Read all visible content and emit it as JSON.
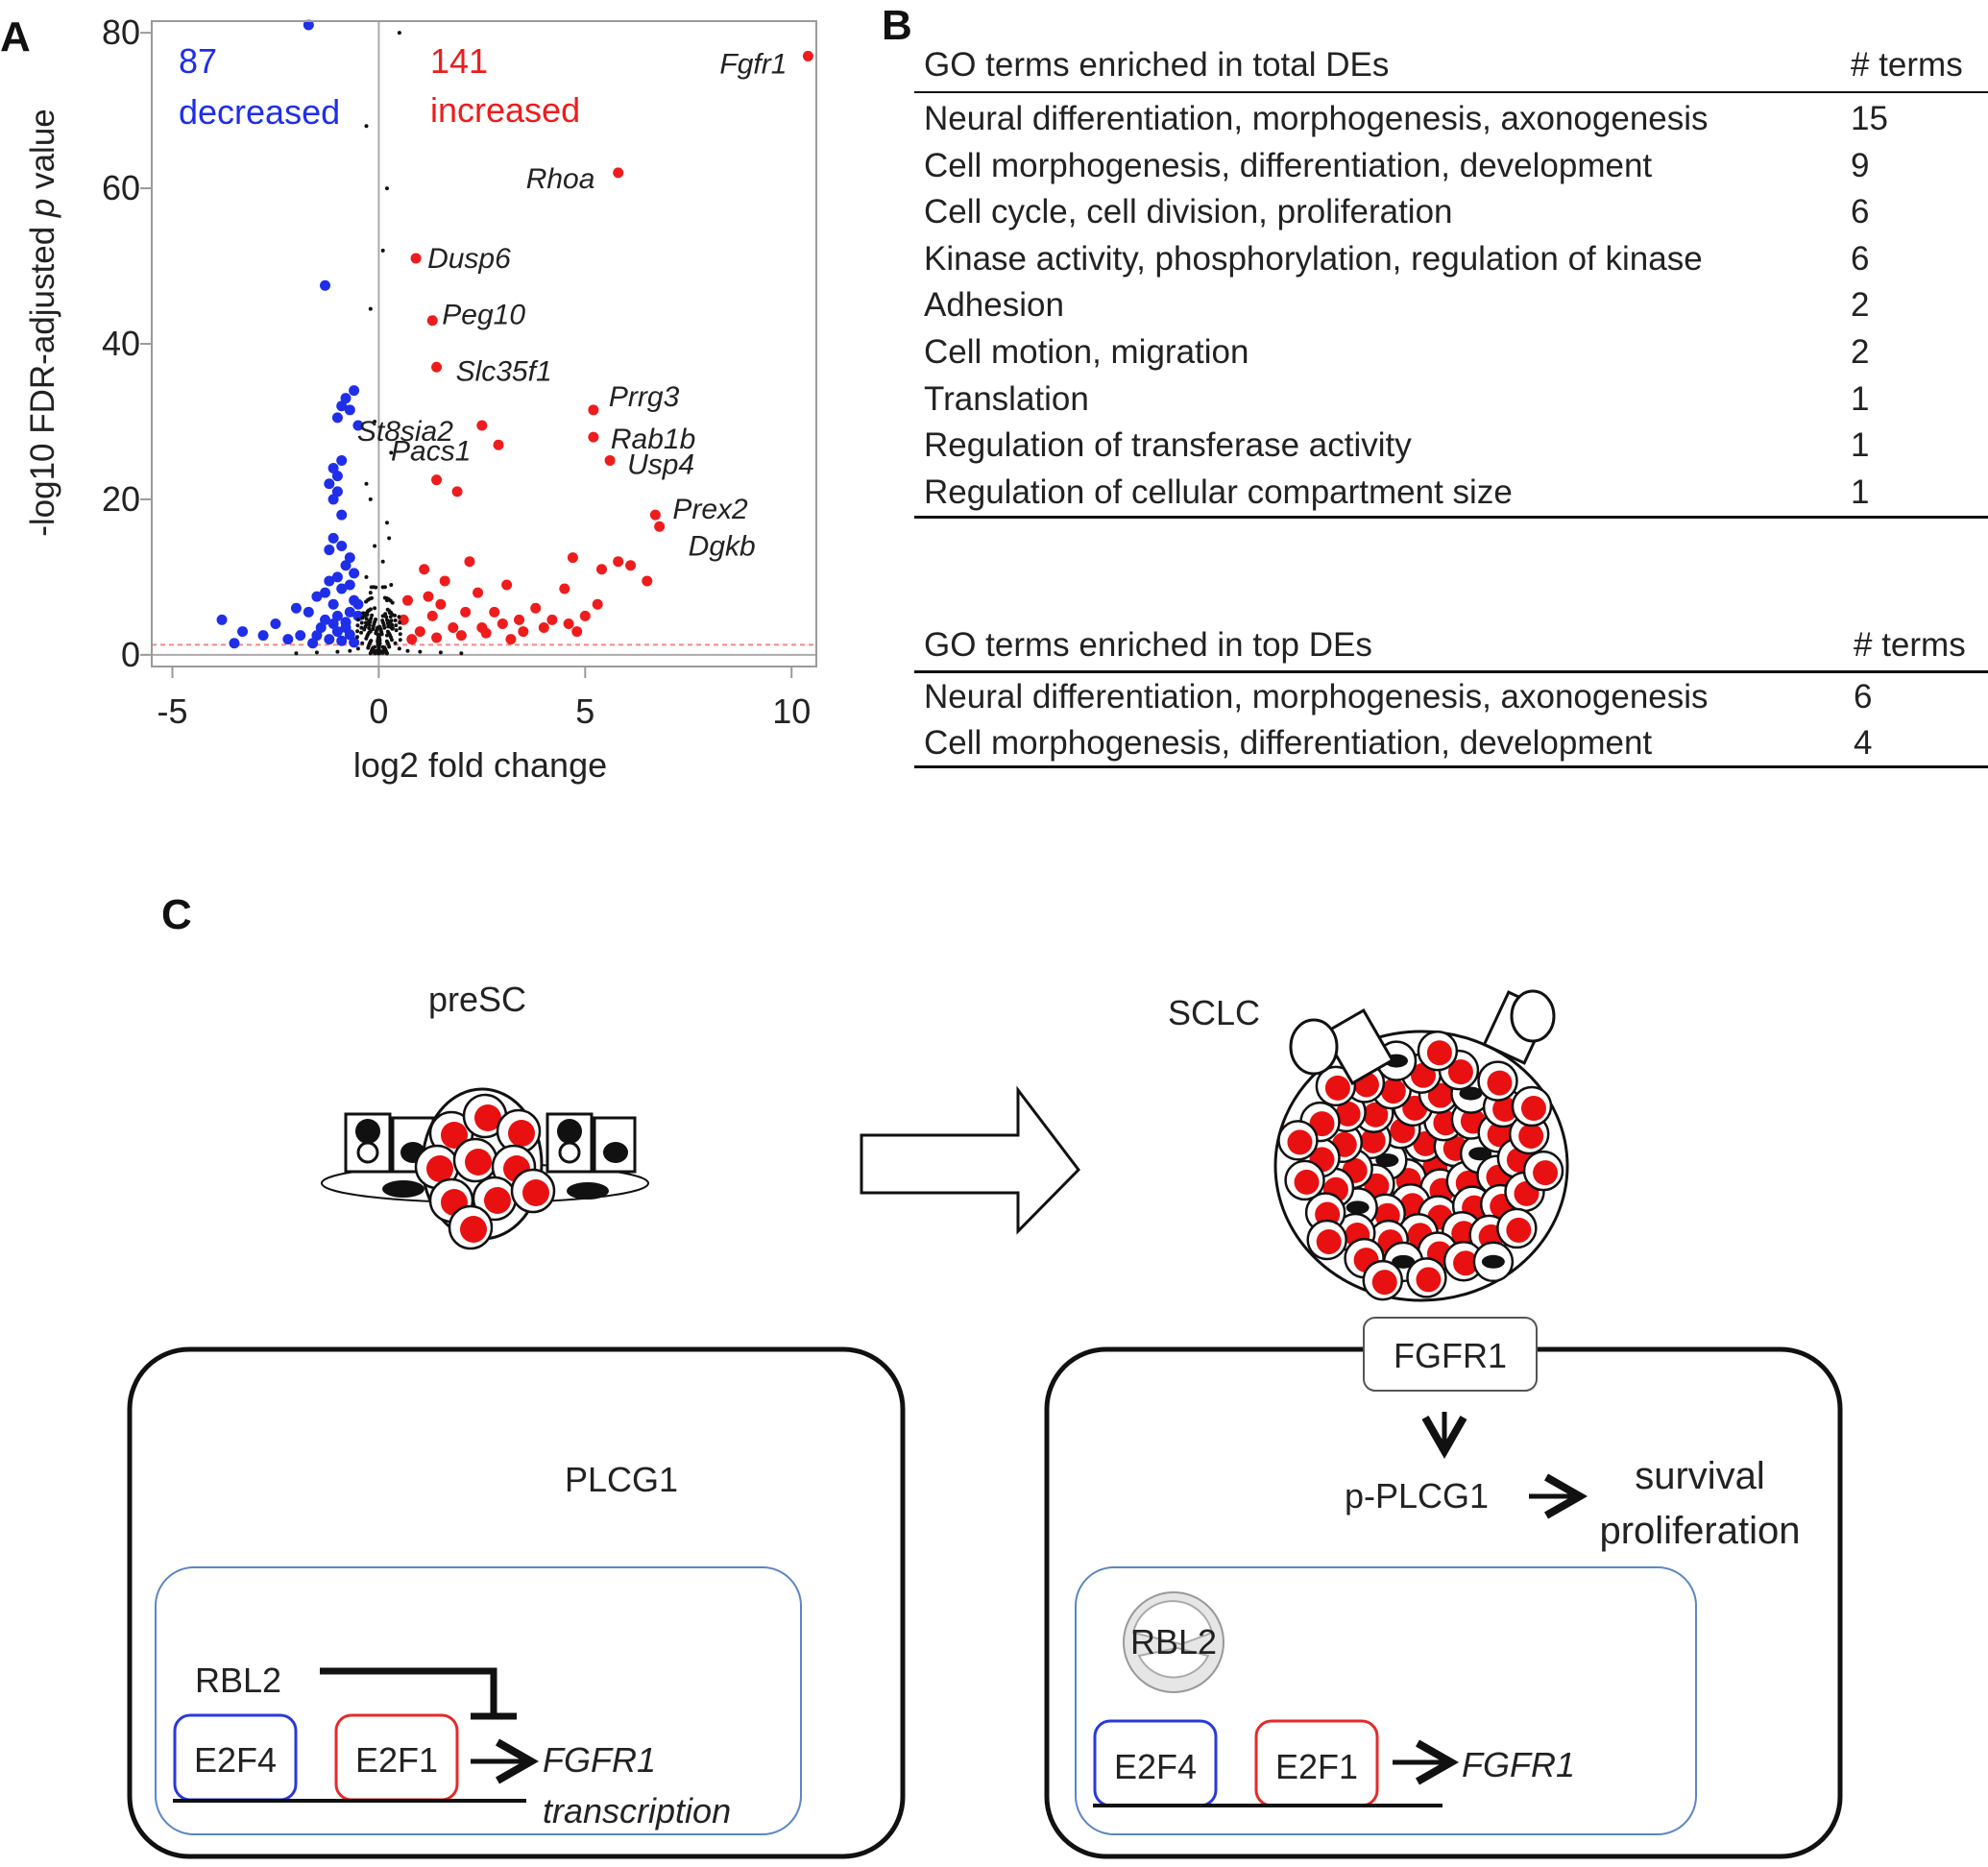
{
  "panels": {
    "a": "A",
    "b": "B",
    "c": "C"
  },
  "volcano": {
    "ylabel_pre": "-log10 FDR-adjusted ",
    "ylabel_p": "p",
    "ylabel_post": " value",
    "xlabel": "log2 fold change",
    "decreased_count": "87",
    "decreased_label": "decreased",
    "increased_count": "141",
    "increased_label": "increased",
    "colors": {
      "decreased": "#1f2ee8",
      "increased": "#ee1c1c",
      "ns": "#111111"
    }
  },
  "chart_data": {
    "type": "scatter",
    "title": "",
    "xlabel": "log2 fold change",
    "ylabel": "-log10 FDR-adjusted p value",
    "xlim": [
      -5.5,
      10.6
    ],
    "ylim": [
      -1.5,
      81.5
    ],
    "xticks": [
      -5,
      0,
      5,
      10
    ],
    "yticks": [
      0,
      20,
      40,
      60,
      80
    ],
    "threshold_y": 1.3,
    "grid": false,
    "annotations": {
      "decreased": "87 decreased",
      "increased": "141 increased"
    },
    "series": [
      {
        "points": [
          [
            -1.7,
            81
          ],
          [
            -1.3,
            47.5
          ],
          [
            -0.6,
            34
          ],
          [
            -0.8,
            33
          ],
          [
            -0.9,
            32
          ],
          [
            -0.7,
            31.5
          ],
          [
            -1.0,
            30.5
          ],
          [
            -0.5,
            29.5
          ],
          [
            -0.9,
            25
          ],
          [
            -1.1,
            24
          ],
          [
            -1.0,
            23
          ],
          [
            -1.2,
            22
          ],
          [
            -1.0,
            21
          ],
          [
            -1.1,
            20
          ],
          [
            -0.9,
            18
          ],
          [
            -1.1,
            15
          ],
          [
            -0.9,
            14
          ],
          [
            -1.2,
            13.5
          ],
          [
            -0.7,
            12.5
          ],
          [
            -0.8,
            11.5
          ],
          [
            -0.6,
            10.5
          ],
          [
            -1.0,
            10
          ],
          [
            -1.2,
            9.5
          ],
          [
            -0.7,
            9
          ],
          [
            -0.9,
            8.5
          ],
          [
            -1.3,
            8
          ],
          [
            -1.5,
            7.5
          ],
          [
            -0.6,
            7
          ],
          [
            -1.1,
            6.5
          ],
          [
            -2.0,
            6
          ],
          [
            -1.7,
            5.5
          ],
          [
            -0.5,
            5
          ],
          [
            -1.3,
            4.5
          ],
          [
            -0.8,
            4.2
          ],
          [
            -2.5,
            4
          ],
          [
            -3.8,
            4.5
          ],
          [
            -3.3,
            3
          ],
          [
            -2.8,
            2.5
          ],
          [
            -1.9,
            2.5
          ],
          [
            -1.0,
            3
          ],
          [
            -1.5,
            2.5
          ],
          [
            -0.7,
            2.6
          ],
          [
            -2.2,
            2
          ],
          [
            -1.2,
            2
          ],
          [
            -0.9,
            1.8
          ],
          [
            -0.6,
            1.6
          ],
          [
            -1.6,
            1.5
          ],
          [
            -3.5,
            1.5
          ],
          [
            -0.5,
            6.5
          ],
          [
            -0.7,
            5.5
          ],
          [
            -1.0,
            5
          ],
          [
            -1.4,
            3.5
          ],
          [
            -0.8,
            3.5
          ],
          [
            -1.1,
            4
          ]
        ]
      },
      {
        "points": [
          [
            10.4,
            77
          ],
          [
            5.8,
            62
          ],
          [
            0.9,
            51
          ],
          [
            1.3,
            43
          ],
          [
            1.4,
            37
          ],
          [
            2.5,
            29.5
          ],
          [
            5.2,
            31.5
          ],
          [
            5.2,
            28
          ],
          [
            2.9,
            27
          ],
          [
            5.6,
            25
          ],
          [
            1.4,
            22.5
          ],
          [
            1.9,
            21
          ],
          [
            6.7,
            18
          ],
          [
            6.8,
            16.5
          ],
          [
            4.7,
            12.5
          ],
          [
            5.8,
            12
          ],
          [
            6.1,
            11.5
          ],
          [
            5.4,
            11
          ],
          [
            3.1,
            9
          ],
          [
            6.5,
            9.5
          ],
          [
            4.5,
            8.5
          ],
          [
            2.4,
            8
          ],
          [
            1.2,
            7.5
          ],
          [
            0.7,
            7
          ],
          [
            1.5,
            6.5
          ],
          [
            3.8,
            6
          ],
          [
            2.1,
            5.5
          ],
          [
            5.0,
            5
          ],
          [
            4.2,
            4.5
          ],
          [
            3.0,
            4
          ],
          [
            1.8,
            3.5
          ],
          [
            3.5,
            3
          ],
          [
            2.6,
            2.8
          ],
          [
            1.0,
            3
          ],
          [
            4.6,
            4
          ],
          [
            0.6,
            4.5
          ],
          [
            1.3,
            5
          ],
          [
            2.0,
            2.5
          ],
          [
            0.8,
            2
          ],
          [
            3.2,
            2
          ],
          [
            5.3,
            6.5
          ],
          [
            4.8,
            3
          ],
          [
            1.6,
            9.5
          ],
          [
            2.2,
            12
          ],
          [
            1.1,
            11
          ],
          [
            3.4,
            4.5
          ],
          [
            2.8,
            5.5
          ],
          [
            4.0,
            3.5
          ],
          [
            2.5,
            3.5
          ],
          [
            1.4,
            2.2
          ]
        ]
      },
      {
        "points": [
          [
            0.5,
            80
          ],
          [
            0.2,
            60
          ],
          [
            -0.2,
            44.5
          ],
          [
            -0.3,
            68
          ],
          [
            0.1,
            52
          ],
          [
            -0.1,
            30
          ],
          [
            0.3,
            26
          ],
          [
            -0.2,
            20
          ],
          [
            0.2,
            17
          ],
          [
            -0.1,
            14
          ],
          [
            0.1,
            12
          ],
          [
            -0.3,
            10
          ],
          [
            0.3,
            9
          ],
          [
            -0.2,
            8
          ],
          [
            0.2,
            7
          ],
          [
            -0.1,
            6
          ],
          [
            0.1,
            5
          ],
          [
            -0.3,
            4
          ],
          [
            0.3,
            3.5
          ],
          [
            -0.2,
            3
          ],
          [
            0.2,
            2.5
          ],
          [
            0.0,
            2
          ],
          [
            -0.4,
            1.5
          ],
          [
            0.4,
            1.5
          ],
          [
            -0.1,
            1
          ],
          [
            0.1,
            1
          ],
          [
            -0.5,
            0.8
          ],
          [
            0.5,
            0.8
          ],
          [
            -0.7,
            0.5
          ],
          [
            0.7,
            0.5
          ],
          [
            -1.0,
            0.4
          ],
          [
            1.0,
            0.4
          ],
          [
            -1.5,
            0.3
          ],
          [
            1.5,
            0.3
          ],
          [
            -2.0,
            0.2
          ],
          [
            2.0,
            0.2
          ],
          [
            -0.2,
            0.2
          ],
          [
            0.2,
            0.2
          ],
          [
            0.0,
            0.5
          ],
          [
            -0.3,
            22
          ],
          [
            0.25,
            15
          ]
        ]
      }
    ],
    "labels": [
      {
        "text": "Fgfr1",
        "x": 10.4,
        "y": 77
      },
      {
        "text": "Rhoa",
        "x": 5.8,
        "y": 62
      },
      {
        "text": "Dusp6",
        "x": 0.9,
        "y": 51
      },
      {
        "text": "Peg10",
        "x": 1.3,
        "y": 43
      },
      {
        "text": "Slc35f1",
        "x": 1.4,
        "y": 37
      },
      {
        "text": "Prrg3",
        "x": 5.2,
        "y": 31.5
      },
      {
        "text": "St8sia2",
        "x": 2.5,
        "y": 29.5
      },
      {
        "text": "Rab1b",
        "x": 5.2,
        "y": 28
      },
      {
        "text": "Pacs1",
        "x": 2.9,
        "y": 27
      },
      {
        "text": "Usp4",
        "x": 5.6,
        "y": 25
      },
      {
        "text": "Prex2",
        "x": 6.7,
        "y": 18
      },
      {
        "text": "Dgkb",
        "x": 6.8,
        "y": 16.5
      }
    ]
  },
  "go_total": {
    "header_term": "GO terms enriched in total DEs",
    "header_count": "# terms",
    "rows": [
      {
        "term": "Neural differentiation, morphogenesis, axonogenesis",
        "count": "15"
      },
      {
        "term": "Cell morphogenesis, differentiation, development",
        "count": "9"
      },
      {
        "term": "Cell cycle, cell division, proliferation",
        "count": "6"
      },
      {
        "term": "Kinase activity, phosphorylation, regulation of kinase",
        "count": "6"
      },
      {
        "term": "Adhesion",
        "count": "2"
      },
      {
        "term": "Cell motion, migration",
        "count": "2"
      },
      {
        "term": "Translation",
        "count": "1"
      },
      {
        "term": "Regulation of transferase activity",
        "count": "1"
      },
      {
        "term": "Regulation of cellular compartment size",
        "count": "1"
      }
    ]
  },
  "go_top": {
    "header_term": "GO terms enriched in top DEs",
    "header_count": "# terms",
    "rows": [
      {
        "term": "Neural differentiation, morphogenesis, axonogenesis",
        "count": "6"
      },
      {
        "term": "Cell morphogenesis, differentiation, development",
        "count": "4"
      }
    ]
  },
  "diagram": {
    "presc_label": "preSC",
    "sclc_label": "SCLC",
    "left_cell": {
      "plcg1": "PLCG1",
      "rbl2": "RBL2",
      "e2f4": "E2F4",
      "e2f1": "E2F1",
      "target": "FGFR1",
      "target_sub": "transcription"
    },
    "right_cell": {
      "fgfr1_receptor": "FGFR1",
      "p_plcg1": "p-PLCG1",
      "survival": "survival",
      "proliferation": "proliferation",
      "rbl2": "RBL2",
      "e2f4": "E2F4",
      "e2f1": "E2F1",
      "target": "FGFR1"
    }
  }
}
